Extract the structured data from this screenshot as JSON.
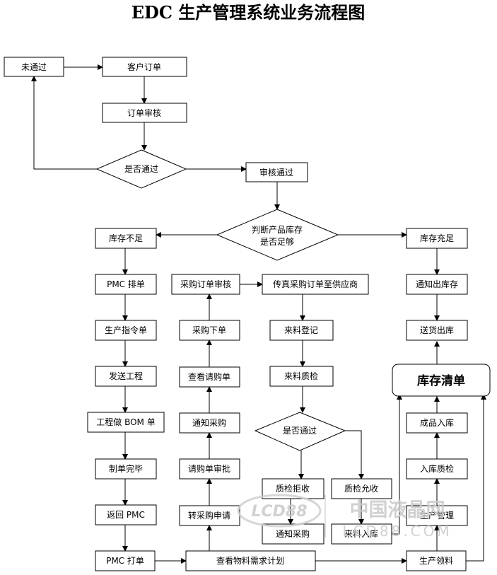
{
  "title": "EDC 生产管理系统业务流程图",
  "nodes": {
    "weitongguo": "未通过",
    "kehu_dingdan": "客户订单",
    "dingdan_shenhe": "订单审核",
    "shifou_tongguo_1": "是否通过",
    "shenhe_tongguo": "审核通过",
    "panduan_kucun_line1": "判断产品库存",
    "panduan_kucun_line2": "是否足够",
    "kucun_buzu": "库存不足",
    "kucun_chongzu": "库存充足",
    "pmc_paidan": "PMC 排单",
    "shengchan_zhiling": "生产指令单",
    "fasong_gongcheng": "发送工程",
    "gongcheng_bom": "工程做 BOM 单",
    "zhidan_wanbi": "制单完毕",
    "fanhui_pmc": "返回 PMC",
    "pmc_dadan": "PMC 打单",
    "caigou_dingdan_shenhe": "采购订单审核",
    "caigou_xiadan": "采购下单",
    "chakan_qinggoudan": "查看请购单",
    "tongzhi_caigou_1": "通知采购",
    "qinggoudan_shenpi": "请购单审批",
    "zhuan_caigou_shenqing": "转采购申请",
    "chakan_wuliao": "查看物料需求计划",
    "chuanzhen_gongyingshang": "传真采购订单至供应商",
    "lailiao_dengji": "来料登记",
    "lailiao_zhijian": "来料质检",
    "shifou_tongguo_2": "是否通过",
    "zhijian_jushou": "质检拒收",
    "zhijian_yunshou": "质检允收",
    "tongzhi_caigou_2": "通知采购",
    "lailiao_ruku": "来料入库",
    "tongzhi_chukucun": "通知出库存",
    "songhuo_chuku": "送货出库",
    "kucun_qingdan": "库存清单",
    "chengpin_ruku": "成品入库",
    "ruku_zhijian": "入库质检",
    "shengchan_guanli": "生产管理",
    "shengchan_lingliao": "生产领料"
  },
  "watermark": {
    "cn": "中国液晶网",
    "en": "LCD88.COM",
    "logo": "LCD88"
  }
}
